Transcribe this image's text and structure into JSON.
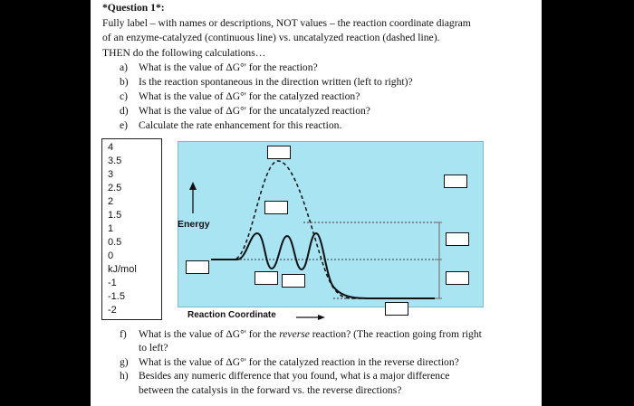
{
  "question": {
    "title": "*Question 1*:",
    "intro_lines": [
      "Fully label – with names or descriptions, NOT values – the reaction coordinate diagram",
      "of an enzyme-catalyzed (continuous line) vs. uncatalyzed reaction (dashed line).",
      "THEN do the following calculations…"
    ],
    "items_top": [
      {
        "marker": "a)",
        "text": "What is the value of ΔG°' for the reaction?"
      },
      {
        "marker": "b)",
        "text": "Is the reaction spontaneous in the direction written (left to right)?"
      },
      {
        "marker": "c)",
        "text": "What is the value of ΔG°' for the catalyzed reaction?"
      },
      {
        "marker": "d)",
        "text": "What is the value of ΔG°' for the uncatalyzed reaction?"
      },
      {
        "marker": "e)",
        "text": "Calculate the rate enhancement for this reaction."
      }
    ],
    "item_f_marker": "f)",
    "item_f_before": "What is the value of ΔG°' for the ",
    "item_f_italic": "reverse",
    "item_f_after": " reaction? (The reaction going from right",
    "item_f_line2": "to left?",
    "item_g": {
      "marker": "g)",
      "text": "What is the value of ΔG°' for the catalyzed reaction in the reverse direction?"
    },
    "item_h": {
      "marker": "h)",
      "line1": "Besides any numeric difference that you found, what is a major difference",
      "line2": "between the catalysis in the forward vs. the reverse directions?"
    }
  },
  "scale": {
    "values": [
      "4",
      "3.5",
      "3",
      "2.5",
      "2",
      "1.5",
      "1",
      "0.5",
      "0",
      "kJ/mol",
      "-1",
      "-1.5",
      "-2"
    ]
  },
  "diagram": {
    "y_axis_label": "Energy",
    "x_axis_label": "Reaction Coordinate",
    "colors": {
      "background": "#a9e4f2",
      "curve": "#111111",
      "label_box": "#ffffff"
    }
  }
}
